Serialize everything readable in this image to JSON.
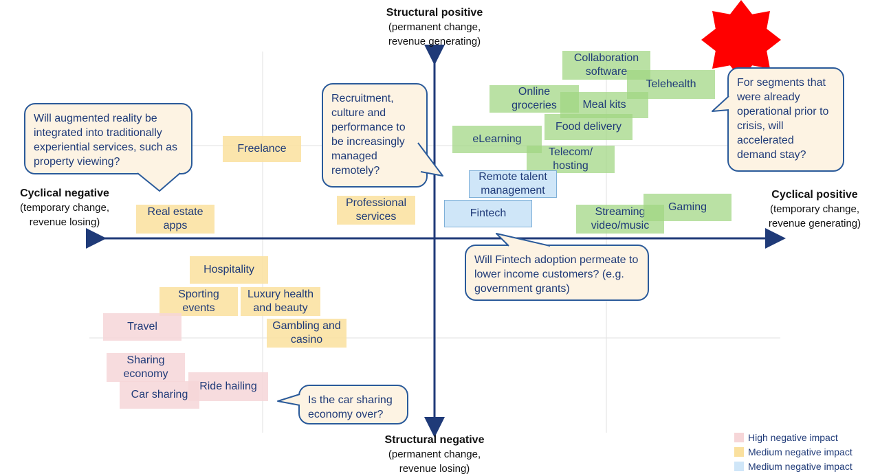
{
  "axes": {
    "top": {
      "title": "Structural positive",
      "sub1": "(permanent change,",
      "sub2": "revenue generating)"
    },
    "bottom": {
      "title": "Structural negative",
      "sub1": "(permanent change,",
      "sub2": "revenue losing)"
    },
    "left": {
      "title": "Cyclical negative",
      "sub1": "(temporary change,",
      "sub2": "revenue losing)"
    },
    "right": {
      "title": "Cyclical positive",
      "sub1": "(temporary change,",
      "sub2": "revenue generating)"
    }
  },
  "segments": {
    "collaboration": {
      "l1": "Collaboration",
      "l2": "software"
    },
    "telehealth": {
      "label": "Telehealth"
    },
    "online_groceries": {
      "l1": "Online",
      "l2": "groceries"
    },
    "meal_kits": {
      "label": "Meal kits"
    },
    "food_delivery": {
      "label": "Food delivery"
    },
    "elearning": {
      "label": "eLearning"
    },
    "telecom": {
      "l1": "Telecom/",
      "l2": "hosting"
    },
    "remote_talent": {
      "l1": "Remote talent",
      "l2": "management"
    },
    "fintech": {
      "label": "Fintech"
    },
    "streaming": {
      "l1": "Streaming",
      "l2": "video/music"
    },
    "gaming": {
      "label": "Gaming"
    },
    "freelance": {
      "label": "Freelance"
    },
    "real_estate": {
      "l1": "Real estate",
      "l2": "apps"
    },
    "professional": {
      "l1": "Professional",
      "l2": "services"
    },
    "hospitality": {
      "label": "Hospitality"
    },
    "sporting": {
      "l1": "Sporting",
      "l2": "events"
    },
    "luxury": {
      "l1": "Luxury health",
      "l2": "and beauty"
    },
    "travel": {
      "label": "Travel"
    },
    "gambling": {
      "l1": "Gambling and",
      "l2": "casino"
    },
    "sharing": {
      "l1": "Sharing",
      "l2": "economy"
    },
    "car_sharing": {
      "label": "Car sharing"
    },
    "ride_hailing": {
      "label": "Ride hailing"
    }
  },
  "callouts": {
    "ar": {
      "text": "Will augmented reality be integrated into traditionally experiential services, such as property viewing?"
    },
    "recruitment": {
      "text": "Recruitment, culture and performance to be increasingly managed remotely?"
    },
    "segments_stay": {
      "text": "For segments that were already operational prior to crisis, will accelerated demand stay?"
    },
    "fintech_q": {
      "text": "Will Fintech adoption permeate to lower income customers? (e.g. government grants)"
    },
    "car_q": {
      "text": "Is the car sharing economy over?"
    }
  },
  "legend": [
    {
      "label": "High negative impact",
      "color": "#f6d6d8"
    },
    {
      "label": "Medium negative impact",
      "color": "#fae09e"
    },
    {
      "label": "Medium negative impact",
      "color": "#cfe6f8"
    }
  ],
  "colors": {
    "axis": "#1f3a78",
    "star": "#ff0000",
    "high": "#f6d6d8",
    "medium": "#fae09e",
    "blue": "#cfe6f8",
    "green": "#9fd681"
  }
}
